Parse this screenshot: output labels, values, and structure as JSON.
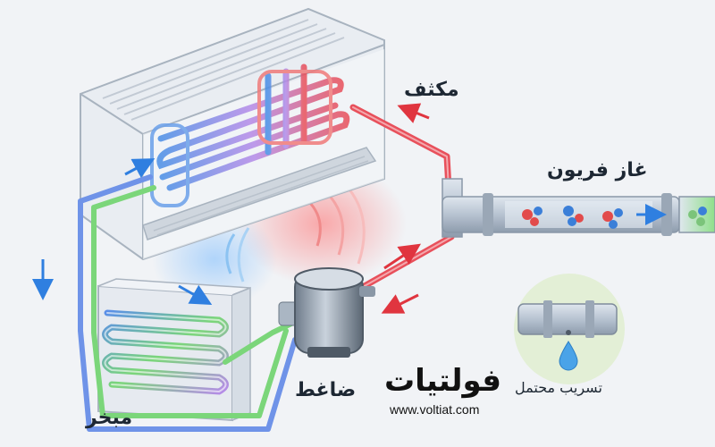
{
  "labels": {
    "condenser": "مكثف",
    "freon_gas": "غاز فريون",
    "compressor": "ضاغط",
    "evaporator": "مبخر",
    "potential_leak": "تسريب محتمل",
    "brand": "فولتيات",
    "website": "www.voltiat.com"
  },
  "colors": {
    "background": "#f1f3f6",
    "hot_line": "#e8505b",
    "cold_line": "#4a8fe6",
    "green_line": "#7bd67a",
    "arrow_blue": "#2f7fe0",
    "arrow_red": "#e0353f",
    "molecule_red": "#e24b4b",
    "molecule_blue": "#3b7fd8",
    "leak_circle": "#e3efd6",
    "water_drop": "#4aa3e8"
  },
  "icons": [
    "flow-arrow-icon",
    "freon-molecule-icon",
    "water-drop-icon",
    "compressor-icon"
  ]
}
